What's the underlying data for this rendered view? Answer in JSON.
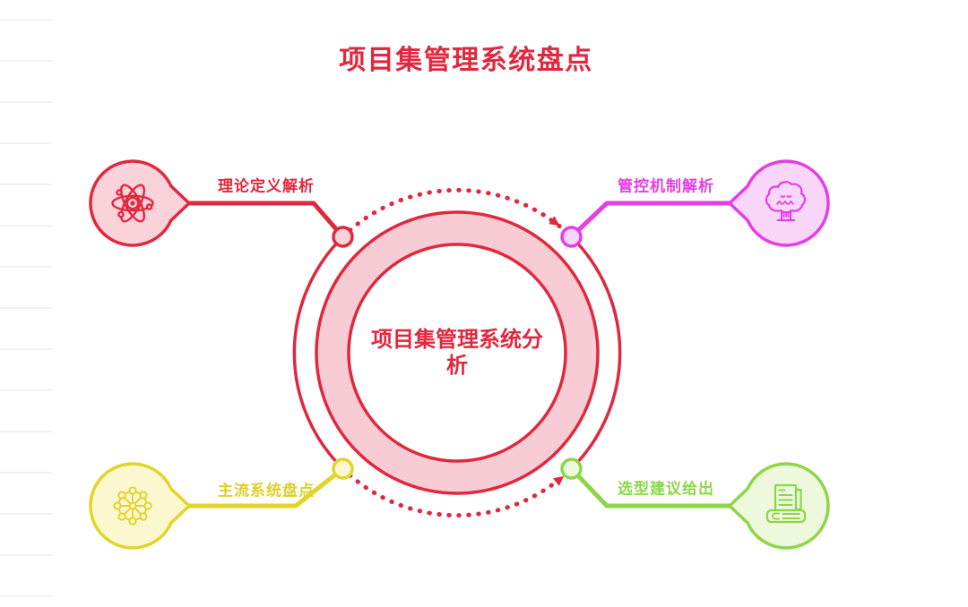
{
  "title": "项目集管理系统盘点",
  "center": {
    "label": "项目集管理系统分析",
    "color": "#e0283f",
    "ring_fill": "#f8ccd4"
  },
  "branches": [
    {
      "position": "top-left",
      "label": "理论定义解析",
      "icon": "atom-icon",
      "color": "#e0283f",
      "fill": "#f9d3d9"
    },
    {
      "position": "top-right",
      "label": "管控机制解析",
      "icon": "tree-icon",
      "color": "#e43ee4",
      "fill": "#fad7fa"
    },
    {
      "position": "bottom-left",
      "label": "主流系统盘点",
      "icon": "network-wheel-icon",
      "color": "#e2d52a",
      "fill": "#fbf7cf"
    },
    {
      "position": "bottom-right",
      "label": "选型建议给出",
      "icon": "books-icon",
      "color": "#8dd64a",
      "fill": "#edf8dc"
    }
  ]
}
